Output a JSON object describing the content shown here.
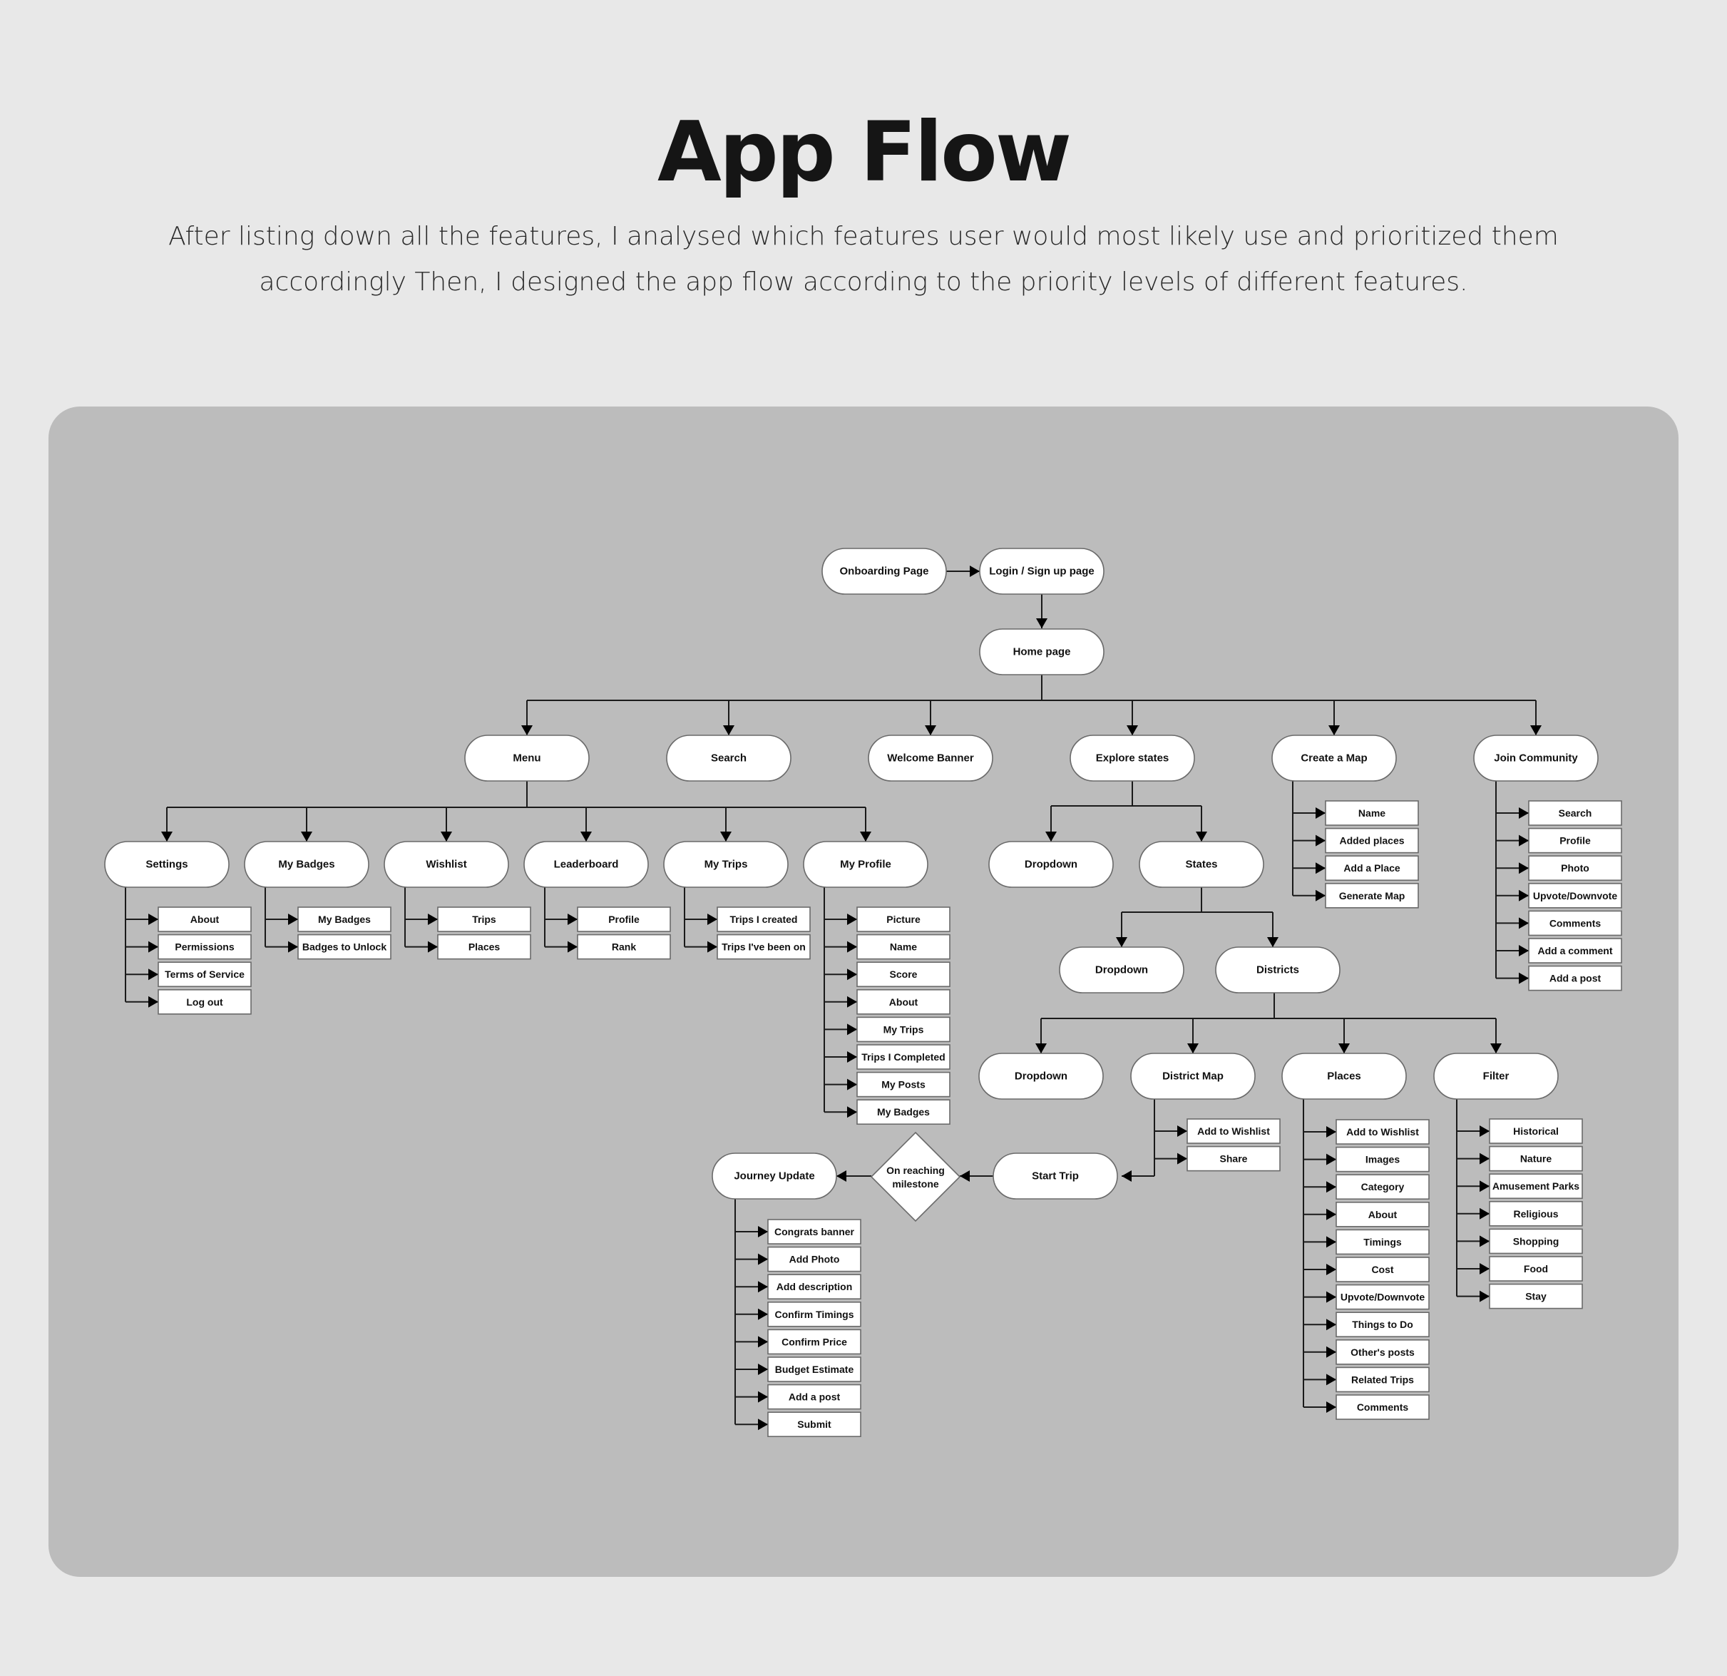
{
  "header": {
    "title": "App Flow",
    "subtitle": "After listing down all the features, I analysed which features user would most likely use and prioritized them accordingly Then, I designed the app flow according to the priority levels of different features."
  },
  "colors": {
    "page_background": "#e8e8e8",
    "panel_background": "#bcbcbc",
    "node_fill": "#ffffff",
    "node_border": "#6a6a6a",
    "connector": "#1a1a1a"
  },
  "flow": {
    "onboarding": "Onboarding Page",
    "login": "Login / Sign up page",
    "home": "Home page",
    "main_sections": [
      "Menu",
      "Search",
      "Welcome Banner",
      "Explore states",
      "Create a Map",
      "Join Community"
    ],
    "menu": {
      "sections": [
        "Settings",
        "My Badges",
        "Wishlist",
        "Leaderboard",
        "My Trips",
        "My Profile"
      ],
      "settings": [
        "About",
        "Permissions",
        "Terms of Service",
        "Log out"
      ],
      "my_badges": [
        "My Badges",
        "Badges to Unlock"
      ],
      "wishlist": [
        "Trips",
        "Places"
      ],
      "leaderboard": [
        "Profile",
        "Rank"
      ],
      "my_trips": [
        "Trips I created",
        "Trips I've been on"
      ],
      "my_profile": [
        "Picture",
        "Name",
        "Score",
        "About",
        "My Trips",
        "Trips I Completed",
        "My Posts",
        "My Badges"
      ]
    },
    "create_map": [
      "Name",
      "Added places",
      "Add a Place",
      "Generate Map"
    ],
    "join_community": [
      "Search",
      "Profile",
      "Photo",
      "Upvote/Downvote",
      "Comments",
      "Add a comment",
      "Add a post"
    ],
    "explore": {
      "dropdown": "Dropdown",
      "states": "States",
      "states_dropdown": "Dropdown",
      "districts": "Districts",
      "district_sections": [
        "Dropdown",
        "District Map",
        "Places",
        "Filter"
      ],
      "district_map": [
        "Add to Wishlist",
        "Share"
      ],
      "places": [
        "Add to Wishlist",
        "Images",
        "Category",
        "About",
        "Timings",
        "Cost",
        "Upvote/Downvote",
        "Things to Do",
        "Other's posts",
        "Related Trips",
        "Comments"
      ],
      "filter": [
        "Historical",
        "Nature",
        "Amusement Parks",
        "Religious",
        "Shopping",
        "Food",
        "Stay"
      ]
    },
    "trip": {
      "start_trip": "Start Trip",
      "milestone": [
        "On reaching",
        "milestone"
      ],
      "journey_update": "Journey Update",
      "journey_items": [
        "Congrats banner",
        "Add Photo",
        "Add description",
        "Confirm Timings",
        "Confirm Price",
        "Budget Estimate",
        "Add a post",
        "Submit"
      ]
    }
  }
}
